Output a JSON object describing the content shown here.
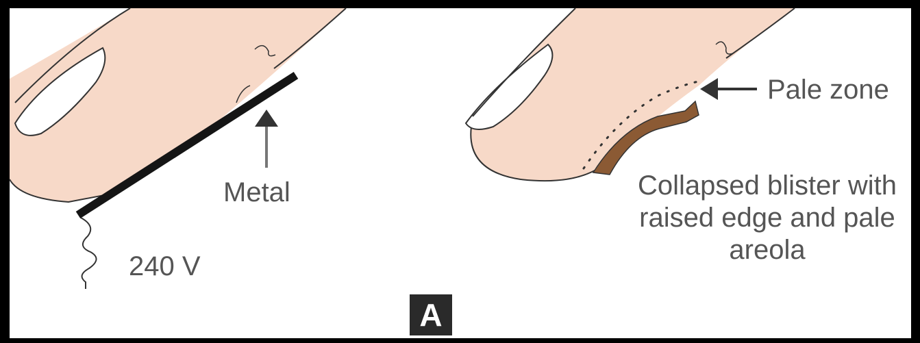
{
  "labels": {
    "metal": "Metal",
    "voltage": "240 V",
    "pale_zone": "Pale zone",
    "blister": "Collapsed blister with raised edge and pale areola",
    "panel": "A"
  },
  "colors": {
    "background": "#000000",
    "panel": "#ffffff",
    "skin": "#f7d9c8",
    "outline": "#333333",
    "blister_edge": "#8b5a34"
  }
}
